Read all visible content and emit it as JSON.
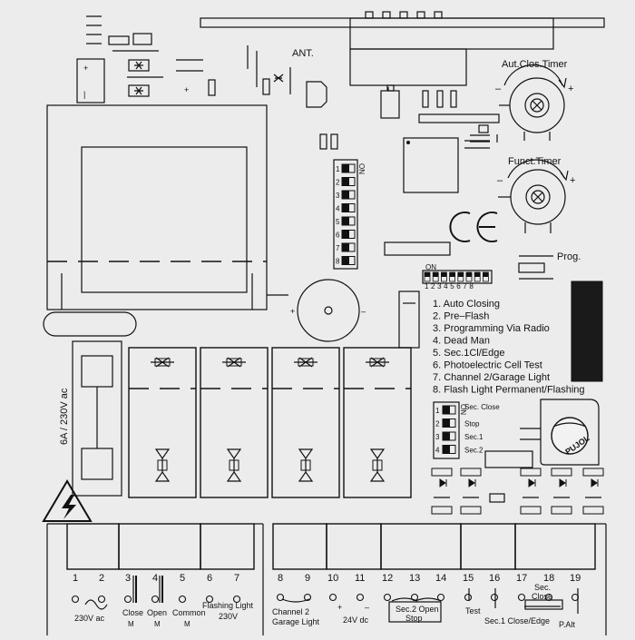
{
  "antenna_label": "ANT.",
  "timers": {
    "auto_close": "Aut.Clos.Timer",
    "function": "Funct.Timer"
  },
  "timer_signs": {
    "minus": "–",
    "plus": "+"
  },
  "polarity": {
    "plus": "+",
    "minus": "–"
  },
  "prog_label": "Prog.",
  "fuse_label": "6A / 230V ac",
  "dip1": {
    "on_label": "ON",
    "numbers": [
      "1",
      "2",
      "3",
      "4",
      "5",
      "6",
      "7",
      "8"
    ]
  },
  "dip2": {
    "on_label": "ON",
    "numbers": "12345678"
  },
  "dip3": {
    "on_label": "ON",
    "numbers": [
      "1",
      "2",
      "3",
      "4"
    ],
    "labels": [
      "Sec. Close",
      "Stop",
      "Sec.1",
      "Sec.2"
    ]
  },
  "functions": [
    "1. Auto Closing",
    "2. Pre–Flash",
    "3. Programming Via Radio",
    "4. Dead Man",
    "5. Sec.1Cl/Edge",
    "6. Photoelectric Cell Test",
    "7. Channel 2/Garage Light",
    "8. Flash Light Permanent/Flashing"
  ],
  "brand": "PUJOL",
  "terminals": [
    "1",
    "2",
    "3",
    "4",
    "5",
    "6",
    "7",
    "8",
    "9",
    "10",
    "11",
    "12",
    "13",
    "14",
    "15",
    "16",
    "17",
    "18",
    "19"
  ],
  "bottom_labels": {
    "power": "230V ac",
    "close": "Close",
    "open": "Open",
    "common": "Common",
    "motor_mark": "M",
    "flashing_light": "Flashing Light",
    "flashing_voltage": "230V",
    "channel2": "Channel 2",
    "garage_light": "Garage Light",
    "plus": "+",
    "minus": "–",
    "dc24": "24V dc",
    "sec2_open": "Sec.2 Open",
    "stop": "Stop",
    "test": "Test",
    "sec_close_1": "Sec.",
    "sec_close_2": "Close",
    "sec1_edge": "Sec.1 Close/Edge",
    "palt": "P.Alt"
  }
}
